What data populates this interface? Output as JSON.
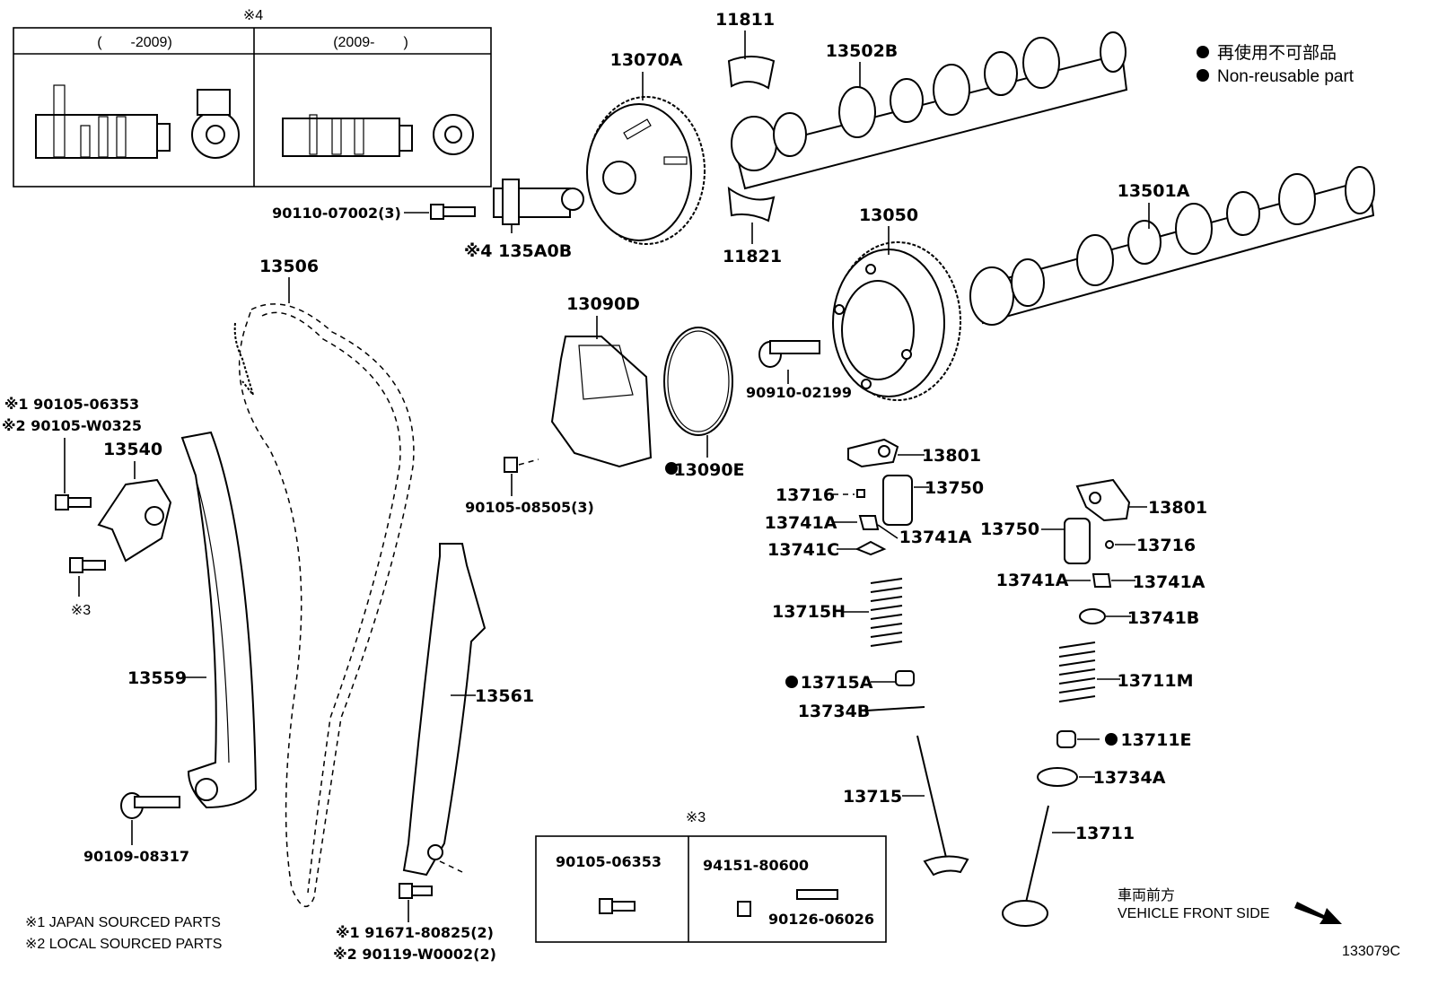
{
  "legend": {
    "jp": "再使用不可部品",
    "en": "Non-reusable part",
    "color": "#000000"
  },
  "footnotes": {
    "note1": "※1 JAPAN SOURCED PARTS",
    "note2": "※2 LOCAL SOURCED PARTS"
  },
  "direction": {
    "jp": "車両前方",
    "en": "VEHICLE FRONT SIDE"
  },
  "illustration_id": "133079C",
  "inset_top": {
    "marker": "※4",
    "col1": "(　　-2009)",
    "col2": "(2009-　　)"
  },
  "inset_bottom": {
    "marker": "※3",
    "col1_part": "90105-06353",
    "col2_part_a": "94151-80600",
    "col2_part_b": "90126-06026"
  },
  "parts": {
    "p11811": "11811",
    "p11821": "11821",
    "p13070A": "13070A",
    "p13502B": "13502B",
    "p13501A": "13501A",
    "p13050": "13050",
    "p90110": "90110-07002(3)",
    "p135A0B": "※4 135A0B",
    "p13506": "13506",
    "p13090D": "13090D",
    "p13090E": "13090E",
    "p90910": "90910-02199",
    "p90105_08505": "90105-08505(3)",
    "p90105_06353": "※1 90105-06353",
    "p90105_W0325": "※2 90105-W0325",
    "p13540": "13540",
    "ref3": "※3",
    "p13559": "13559",
    "p13561": "13561",
    "p90109": "90109-08317",
    "p91671": "※1 91671-80825(2)",
    "p90119": "※2 90119-W0002(2)",
    "p13801a": "13801",
    "p13750a": "13750",
    "p13716a": "13716",
    "p13741Aa": "13741A",
    "p13741Ab": "13741A",
    "p13741C": "13741C",
    "p13715H": "13715H",
    "p13715A": "13715A",
    "p13734B": "13734B",
    "p13715": "13715",
    "p13801b": "13801",
    "p13750b": "13750",
    "p13716b": "13716",
    "p13741Ac": "13741A",
    "p13741Ad": "13741A",
    "p13741B": "13741B",
    "p13711M": "13711M",
    "p13711E": "13711E",
    "p13734A": "13734A",
    "p13711": "13711"
  }
}
